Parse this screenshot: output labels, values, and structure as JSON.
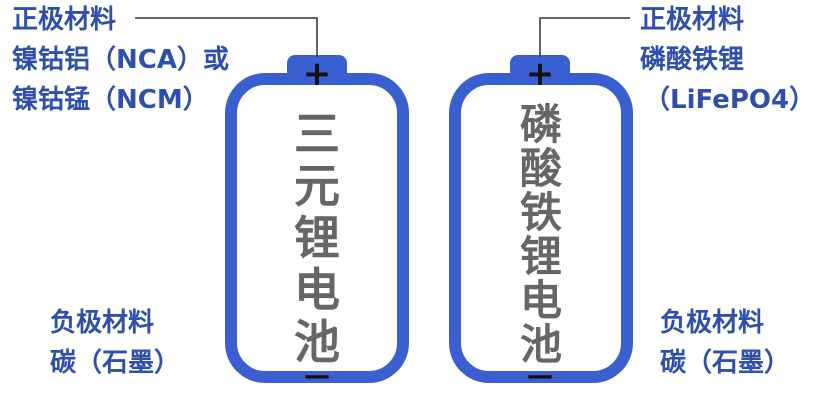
{
  "colors": {
    "battery_border": "#3a5fd0",
    "label_text": "#2f4fae",
    "battery_text": "#666666",
    "terminal_mark": "#111111",
    "leader_line": "#333333"
  },
  "left_battery": {
    "name_chars": [
      "三",
      "元",
      "锂",
      "电",
      "池"
    ],
    "positive": {
      "title": "正极材料",
      "line1": "镍钴铝（NCA）或",
      "line2": "镍钴锰（NCM）"
    },
    "negative": {
      "title": "负极材料",
      "line1": "碳（石墨）"
    },
    "plus_symbol": "+",
    "minus_symbol": "—"
  },
  "right_battery": {
    "name_chars": [
      "磷",
      "酸",
      "铁",
      "锂",
      "电",
      "池"
    ],
    "positive": {
      "title": "正极材料",
      "line1": "磷酸铁锂",
      "line2": "（LiFePO4）"
    },
    "negative": {
      "title": "负极材料",
      "line1": "碳（石墨）"
    },
    "plus_symbol": "+",
    "minus_symbol": "—"
  }
}
